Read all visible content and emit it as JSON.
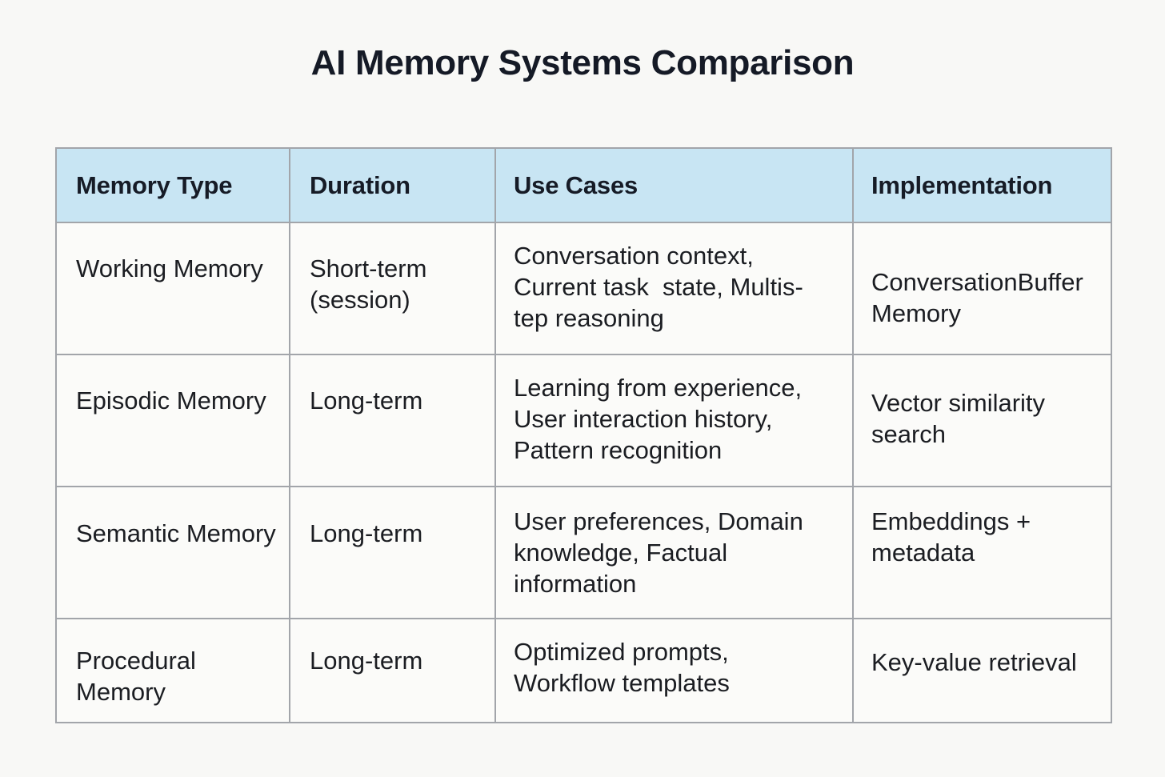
{
  "title": "AI Memory Systems Comparison",
  "table": {
    "headers": [
      "Memory Type",
      "Duration",
      "Use Cases",
      "Implementation"
    ],
    "rows": [
      [
        "Working Memory",
        "Short-term (session)",
        "Conversation context, Current task  state, Multis-tep reasoning",
        "ConversationBuffer Memory"
      ],
      [
        "Episodic Memory",
        "Long-term",
        "Learning from experience, User interaction history, Pattern recognition",
        "Vector similarity search"
      ],
      [
        "Semantic Memory",
        "Long-term",
        "User preferences, Domain knowledge, Factual information",
        "Embeddings + metadata"
      ],
      [
        "Procedural Memory",
        "Long-term",
        "Optimized prompts, Workflow templates",
        "Key-value retrieval"
      ]
    ]
  },
  "colors": {
    "header_background": "#c8e5f3",
    "border": "#a2a5aa",
    "page_background": "#f8f8f6"
  }
}
